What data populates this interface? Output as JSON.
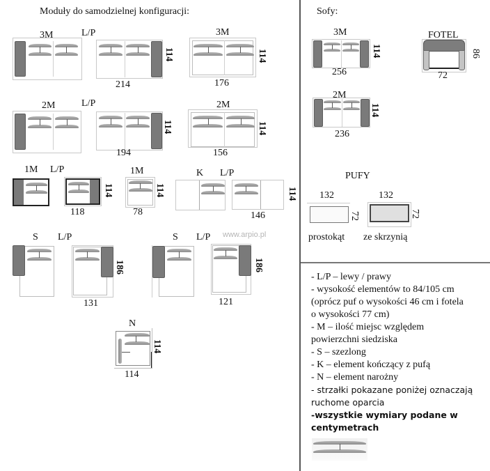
{
  "left_section": {
    "title": "Moduły do samodzielnej konfiguracji:",
    "rows": [
      {
        "groups": [
          {
            "label": "3M",
            "variant": "L/P",
            "width": "214",
            "depth": "114"
          },
          {
            "label": "3M",
            "width": "176",
            "depth": "114"
          }
        ]
      },
      {
        "groups": [
          {
            "label": "2M",
            "variant": "L/P",
            "width": "194",
            "depth": "114"
          },
          {
            "label": "2M",
            "width": "156",
            "depth": "114"
          }
        ]
      },
      {
        "groups": [
          {
            "label": "1M",
            "variant": "L/P",
            "width": "118",
            "depth": "114"
          },
          {
            "label": "1M",
            "width": "78",
            "depth": "114"
          },
          {
            "label": "K",
            "variant": "L/P",
            "width": "146",
            "depth": "114"
          }
        ]
      },
      {
        "groups": [
          {
            "label": "S",
            "variant": "L/P",
            "width": "131",
            "depth": "186"
          },
          {
            "label": "S",
            "variant": "L/P",
            "width": "121",
            "depth": "186"
          }
        ]
      },
      {
        "groups": [
          {
            "label": "N",
            "width": "114",
            "depth": "114"
          }
        ]
      }
    ],
    "watermark": "www.arpio.pl"
  },
  "right_section": {
    "sofy": {
      "title": "Sofy:",
      "items": [
        {
          "label": "3M",
          "width": "256",
          "depth": "114"
        },
        {
          "label": "2M",
          "width": "236",
          "depth": "114"
        },
        {
          "label": "FOTEL",
          "width": "72",
          "depth": "86"
        }
      ]
    },
    "pufy": {
      "title": "PUFY",
      "items": [
        {
          "label": "prostokąt",
          "width": "132",
          "depth": "72"
        },
        {
          "label": "ze skrzynią",
          "width": "132",
          "depth": "72"
        }
      ]
    },
    "legend": [
      {
        "text": "- L/P – lewy / prawy",
        "style": "serif"
      },
      {
        "text": "- wysokość elementów to 84/105 cm",
        "style": "serif"
      },
      {
        "text": "(oprócz puf o wysokości 46 cm i fotela",
        "style": "serif"
      },
      {
        "text": "o wysokości 77 cm)",
        "style": "serif"
      },
      {
        "text": "- M – ilość miejsc względem",
        "style": "serif"
      },
      {
        "text": "powierzchni siedziska",
        "style": "serif"
      },
      {
        "text": "- S – szezlong",
        "style": "serif"
      },
      {
        "text": "- K – element kończący z pufą",
        "style": "serif"
      },
      {
        "text": "- N – element narożny",
        "style": "serif"
      },
      {
        "text": "- strzałki pokazane poniżej oznaczają",
        "style": "sans"
      },
      {
        "text": "ruchome oparcia",
        "style": "sans"
      },
      {
        "text": "-wszystkie wymiary podane w",
        "style": "bold"
      },
      {
        "text": "centymetrach",
        "style": "bold"
      }
    ],
    "legend_icon": "movable-backrest-icon"
  },
  "colors": {
    "armrest": "#7a7a7a",
    "backrest": "#9a9a9a",
    "outline": "#c8c8c8",
    "pouf_box_fill": "#e0e0e0",
    "divider": "#555555"
  }
}
